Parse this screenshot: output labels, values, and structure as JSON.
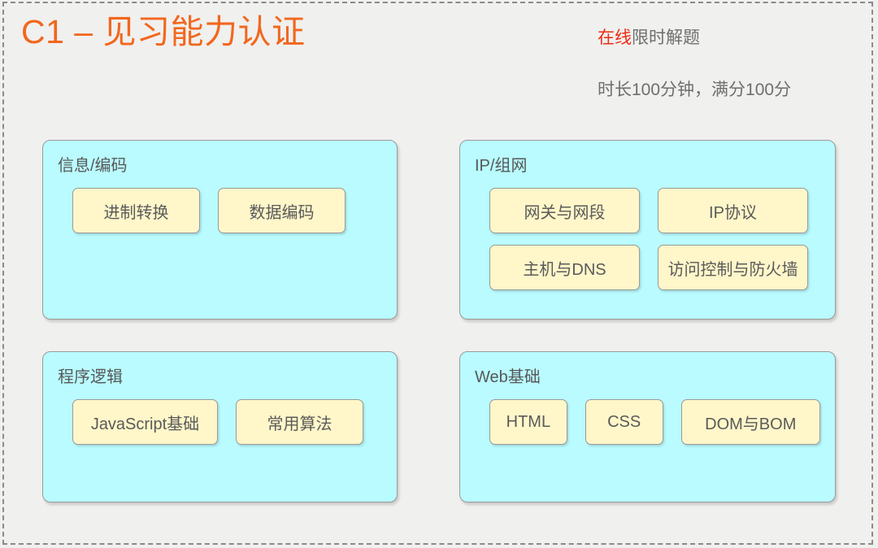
{
  "header": {
    "title": "C1 – 见习能力认证",
    "title_color": "#f2671d",
    "meta_highlight": "在线",
    "meta_rest": "限时解题",
    "meta_highlight_color": "#ee2b13",
    "meta_line2": "时长100分钟，满分100分"
  },
  "theme": {
    "background": "#f0f0ef",
    "card_fill": "#b9fbff",
    "card_border": "#9a9a9a",
    "chip_fill": "#fff6c9",
    "chip_border": "#9a9a9a",
    "text_gray": "#585858"
  },
  "cards": [
    {
      "title": "信息/编码",
      "rows": [
        [
          {
            "label": "进制转换"
          },
          {
            "label": "数据编码"
          }
        ]
      ]
    },
    {
      "title": "IP/组网",
      "rows": [
        [
          {
            "label": "网关与网段"
          },
          {
            "label": "IP协议"
          }
        ],
        [
          {
            "label": "主机与DNS"
          },
          {
            "label": "访问控制与防火墙"
          }
        ]
      ]
    },
    {
      "title": "程序逻辑",
      "rows": [
        [
          {
            "label": "JavaScript基础"
          },
          {
            "label": "常用算法"
          }
        ]
      ]
    },
    {
      "title": "Web基础",
      "rows": [
        [
          {
            "label": "HTML"
          },
          {
            "label": "CSS"
          },
          {
            "label": "DOM与BOM"
          }
        ]
      ]
    }
  ]
}
